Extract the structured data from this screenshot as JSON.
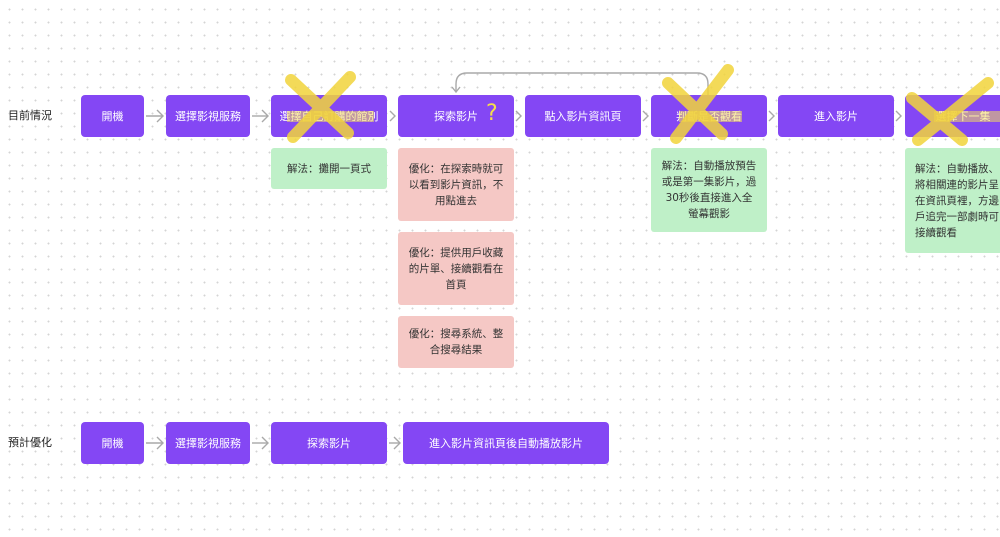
{
  "rows": {
    "current": {
      "label": "目前情況",
      "nodes": [
        {
          "label": "開機"
        },
        {
          "label": "選擇影視服務"
        },
        {
          "label": "選擇自己訂購的館別"
        },
        {
          "label": "探索影片"
        },
        {
          "label": "點入影片資訊頁"
        },
        {
          "label": "判斷是否觀看"
        },
        {
          "label": "進入影片"
        },
        {
          "label": "選擇下一集"
        }
      ]
    },
    "planned": {
      "label": "預計優化",
      "nodes": [
        {
          "label": "開機"
        },
        {
          "label": "選擇影視服務"
        },
        {
          "label": "探索影片"
        },
        {
          "label": "進入影片資訊頁後自動播放影片"
        }
      ]
    }
  },
  "notes": {
    "venue": {
      "text": "解法：攤開一頁式"
    },
    "explore_1": {
      "text": "優化：在探索時就可\n以看到影片資訊，不\n用點進去"
    },
    "explore_2": {
      "text": "優化：提供用戶收藏\n的片單、接續觀看在\n首頁"
    },
    "explore_3": {
      "text": "優化：搜尋系統、整\n合搜尋結果"
    },
    "decide": {
      "text": "解法：自動播放預告\n或是第一集影片，過\n30秒後直接進入全\n螢幕觀影"
    },
    "next": {
      "text": "解法：自動播放、\n將相關連的影片呈\n在資訊頁裡，方邊\n戶追完一部劇時可\n接續觀看"
    }
  },
  "marks": {
    "question_mark": "?",
    "node_color": "#8447f4",
    "highlight_color": "#fce84f",
    "cross_color": "#f2d43c",
    "connector_color": "#a9a9a9"
  }
}
